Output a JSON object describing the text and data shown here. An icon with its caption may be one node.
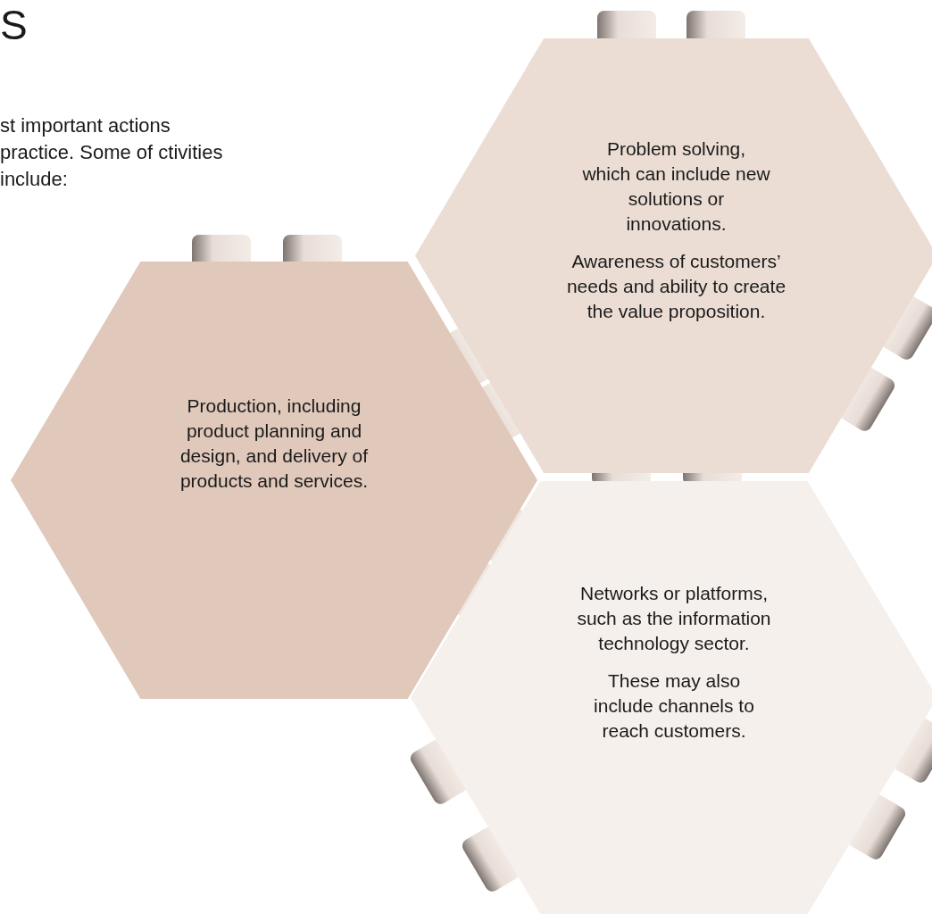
{
  "diagram": {
    "title": "S",
    "nodes": [
      {
        "text": [
          "Problem solving, which can include new solutions or innovations.",
          "Awareness of customers’ needs and ability to create the value proposition."
        ]
      },
      {
        "text": [
          "Production, including product planning and design, and delivery of products and services."
        ]
      },
      {
        "text": [
          "Networks or platforms, such as the information technology sector.",
          "These may also include channels to reach customers."
        ]
      }
    ],
    "labels": [
      "st important actions practice. Some of ctivities include:"
    ]
  }
}
